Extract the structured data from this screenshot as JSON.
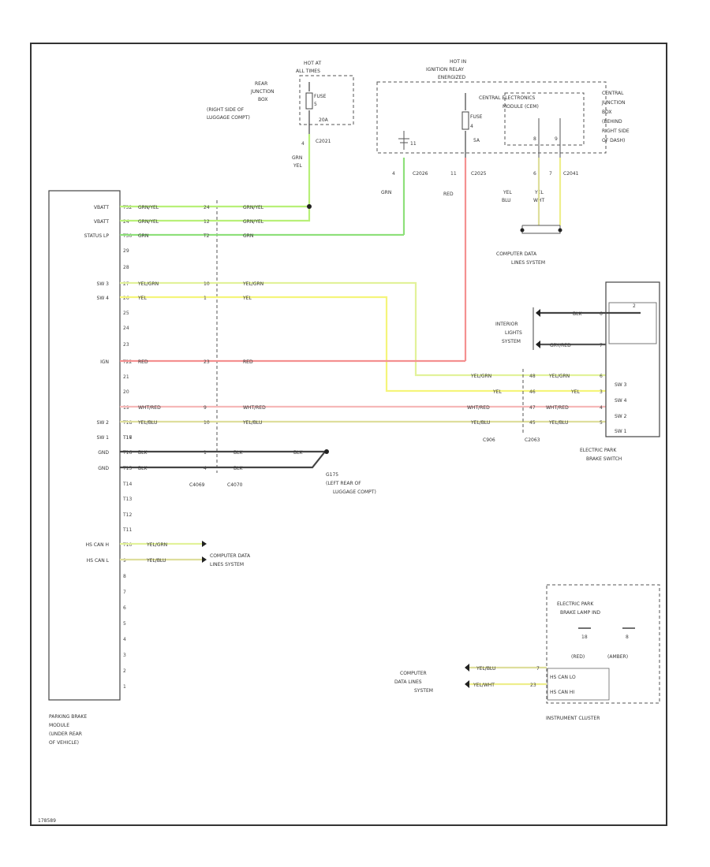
{
  "figure_id": "178589",
  "modules": {
    "parking_brake": [
      "PARKING BRAKE",
      "MODULE",
      "(UNDER REAR",
      "OF VEHICLE)"
    ],
    "epb_switch": [
      "ELECTRIC PARK",
      "BRAKE SWITCH"
    ],
    "instrument_cluster": "INSTRUMENT CLUSTER",
    "epb_lamp": [
      "ELECTRIC PARK",
      "BRAKE LAMP IND"
    ],
    "cjb": [
      "CENTRAL",
      "JUNCTION",
      "BOX",
      "(BEHIND",
      "RIGHT SIDE",
      "OF DASH)"
    ],
    "cem": [
      "CENTRAL ELECTRONICS",
      "MODULE (CEM)"
    ],
    "rjb": [
      "REAR",
      "JUNCTION",
      "BOX",
      "(RIGHT SIDE OF",
      "LUGGAGE COMPT)"
    ],
    "hot_at_all_times": [
      "HOT AT",
      "ALL TIMES"
    ],
    "hot_in_ignition": [
      "HOT IN",
      "IGNITION RELAY",
      "ENERGIZED"
    ],
    "fuse_a": [
      "FUSE",
      "5",
      "20A"
    ],
    "fuse_b": [
      "FUSE",
      "4",
      "5A"
    ]
  },
  "ground": [
    "G175",
    "(LEFT REAR OF",
    "LUGGAGE COMPT)"
  ],
  "module_pins": [
    {
      "label": "VBATT",
      "pin": "T32"
    },
    {
      "label": "VBATT",
      "pin": "24"
    },
    {
      "label": "STATUS LP",
      "pin": "T30"
    },
    {
      "label": "",
      "pin": "29"
    },
    {
      "label": "",
      "pin": "28"
    },
    {
      "label": "SW 3",
      "pin": "27"
    },
    {
      "label": "SW 4",
      "pin": "26"
    },
    {
      "label": "",
      "pin": "25"
    },
    {
      "label": "",
      "pin": "24"
    },
    {
      "label": "",
      "pin": "23"
    },
    {
      "label": "IGN",
      "pin": "T22"
    },
    {
      "label": "",
      "pin": "21"
    },
    {
      "label": "",
      "pin": "20"
    },
    {
      "label": "",
      "pin": "19"
    },
    {
      "label": "SW 2",
      "pin": "T18"
    },
    {
      "label": "SW 1",
      "pin": "T16"
    },
    {
      "label": "",
      "pin": "T17"
    },
    {
      "label": "GND",
      "pin": "T16"
    },
    {
      "label": "GND",
      "pin": "T15"
    },
    {
      "label": "",
      "pin": "T14"
    },
    {
      "label": "",
      "pin": "T13"
    },
    {
      "label": "",
      "pin": "T12"
    },
    {
      "label": "",
      "pin": "T11"
    },
    {
      "label": "HS CAN H",
      "pin": "T10"
    },
    {
      "label": "HS CAN L",
      "pin": "9"
    },
    {
      "label": "",
      "pin": "8"
    },
    {
      "label": "",
      "pin": "7"
    },
    {
      "label": "",
      "pin": "6"
    },
    {
      "label": "",
      "pin": "5"
    },
    {
      "label": "",
      "pin": "4"
    },
    {
      "label": "",
      "pin": "3"
    },
    {
      "label": "",
      "pin": "2"
    },
    {
      "label": "",
      "pin": "1"
    }
  ],
  "wires": {
    "vbatt1": {
      "left": "GRN/YEL",
      "cpin": "24",
      "right": "GRN/YEL"
    },
    "vbatt2": {
      "left": "GRN/YEL",
      "cpin": "12",
      "right": "GRN/YEL"
    },
    "status": {
      "left": "GRN",
      "cpin": "T2",
      "right": "GRN"
    },
    "sw3": {
      "left": "YEL/GRN",
      "cpin": "10",
      "right": "YEL/GRN",
      "epb_left": "YEL/GRN",
      "epb_pin": "48",
      "epb_right": "YEL/GRN",
      "epb_sw_pin": "6"
    },
    "sw4": {
      "left": "YEL",
      "cpin": "1",
      "right": "YEL",
      "epb_left": "YEL",
      "epb_pin": "46",
      "epb_right": "YEL",
      "epb_sw_pin": "3"
    },
    "ign": {
      "left": "RED",
      "cpin": "23",
      "right": "RED"
    },
    "sw2": {
      "left": "WHT/RED",
      "cpin": "9",
      "right": "WHT/RED",
      "epb_left": "WHT/RED",
      "epb_pin": "47",
      "epb_right": "WHT/RED",
      "epb_sw_pin": "4"
    },
    "sw1": {
      "left": "YEL/BLU",
      "cpin": "10",
      "right": "YEL/BLU",
      "epb_left": "YEL/BLU",
      "epb_pin": "45",
      "epb_right": "YEL/BLU",
      "epb_sw_pin": "5"
    },
    "gnd1": {
      "left": "BLK",
      "cpin": "1",
      "right": "BLK",
      "far": "BLK"
    },
    "gnd2": {
      "left": "BLK",
      "cpin": "4",
      "right": "BLK"
    },
    "can_h": "YEL/GRN",
    "can_l": "YEL/BLU",
    "fuse_a_wire": "GRN YEL",
    "fuse_b_wire": "RED",
    "cem_wire": "GRN",
    "cjb_wire1": [
      "YEL",
      "BLU"
    ],
    "cjb_wire2": [
      "YEL",
      "WHT"
    ],
    "illum1": {
      "color": "BLK",
      "pin": "6"
    },
    "illum2": {
      "color": "GRY/RED",
      "pin": "7"
    },
    "ic_can_l": {
      "color": "YEL/BLU",
      "pin": "7"
    },
    "ic_can_h": {
      "color": "YEL/WHT",
      "pin": "23"
    }
  },
  "connectors": {
    "c2021": "C2021",
    "c2026": "C2026",
    "c2025": "C2025",
    "c2041": "C2041",
    "c4069": "C4069",
    "c4070": "C4070",
    "c906": "C906",
    "c2063": "C2063",
    "pin_3": "3",
    "pin_4": "4",
    "pin_11": "11",
    "pin_7": "7",
    "pin_1": "1",
    "pin_6": "6",
    "pin_8": "8",
    "pin_9": "9",
    "pin_45": "45",
    "pin_47": "47",
    "pin_32": "32",
    "pin_2": "2"
  },
  "epb_switch_pins": [
    "SW 3",
    "SW 4",
    "SW 2",
    "SW 1"
  ],
  "labels": {
    "computer_data_top": [
      "COMPUTER DATA",
      "LINES SYSTEM"
    ],
    "computer_data_mid": [
      "COMPUTER DATA",
      "LINES SYSTEM"
    ],
    "computer_data_bot": [
      "COMPUTER",
      "DATA LINES",
      "SYSTEM"
    ],
    "interior_lights": [
      "INTERIOR",
      "LIGHTS",
      "SYSTEM"
    ],
    "ic_pins": [
      "HS CAN LO",
      "HS CAN HI"
    ],
    "lamp_colors": [
      "(RED)",
      "(AMBER)"
    ],
    "lamp_pins": [
      "18",
      "8"
    ]
  },
  "colors": {
    "grn_yel": "#b8f078",
    "grn": "#8ee07a",
    "yel_grn": "#e2f29a",
    "yel": "#f5f57a",
    "red": "#f49090",
    "wht_red": "#f6b8b8",
    "yel_blu": "#dede9c",
    "yel_wht": "#eeee8c",
    "blk": "#444444"
  }
}
